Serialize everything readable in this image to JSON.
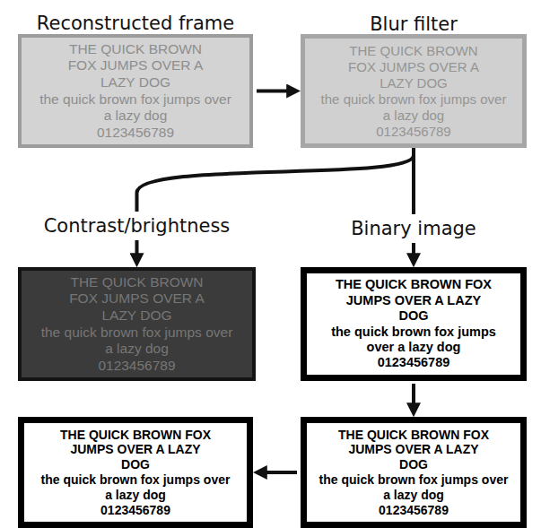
{
  "diagram": {
    "nodes": [
      {
        "text": [
          "Reconstructed frame",
          "THE QUICK BROWN FOX JUMPS OVER A LAZY DOG",
          "the quick brown fox jumps over a lazy dog",
          "0123456789"
        ]
      },
      {
        "text": [
          "Blur filter",
          "THE QUICK BROWN FOX JUMPS OVER A LAZY DOG",
          "the quick brown fox jumps over a lazy dog",
          "0123456789"
        ]
      },
      {
        "text": [
          "Contrast/brightness",
          "THE QUICK BROWN FOX JUMPS OVER A LAZY DOG",
          "the quick brown fox jumps over a lazy dog",
          "0123456789"
        ]
      },
      {
        "text": [
          "Binary image",
          "THE QUICK BROWN FOX JUMPS OVER A LAZY DOG",
          "the quick brown fox jumps over a lazy dog",
          "0123456789"
        ]
      },
      {
        "text": [
          "THE QUICK BROWN FOX JUMPS OVER A LAZY DOG",
          "the quick brown fox jumps over a lazy dog",
          "0123456789"
        ]
      },
      {
        "text": [
          "THE QUICK BROWN FOX JUMPS OVER A LAZY DOG",
          "the quick brown fox jumps over a lazy dog",
          "0123456789"
        ]
      }
    ],
    "edges": [
      {
        "from": 0,
        "to": 1,
        "arrow": "to"
      },
      {
        "from": 1,
        "to": 2,
        "arrow": "to"
      },
      {
        "from": 1,
        "to": 3,
        "arrow": "to"
      },
      {
        "from": 3,
        "to": 5,
        "arrow": "to"
      },
      {
        "from": 5,
        "to": 4,
        "arrow": "to"
      }
    ]
  }
}
